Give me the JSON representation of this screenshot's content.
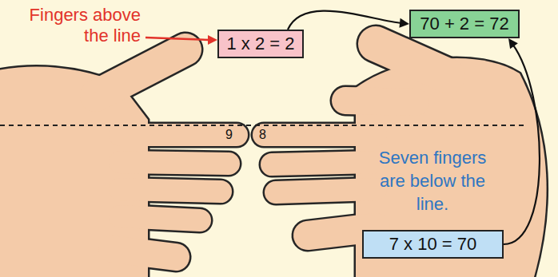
{
  "diagram": {
    "nodes": [
      {
        "text": [
          "1 x 2 = 2"
        ]
      },
      {
        "text": [
          "70 + 2 = 72"
        ]
      },
      {
        "text": [
          "7 x 10 = 70"
        ]
      }
    ],
    "edges": [
      {
        "from": 0,
        "to": 1,
        "arrow": "to"
      },
      {
        "from": 2,
        "to": 1,
        "arrow": "to"
      }
    ],
    "labels": [
      "Fingers above the line",
      "9",
      "8",
      "Seven fingers are below the line."
    ]
  }
}
